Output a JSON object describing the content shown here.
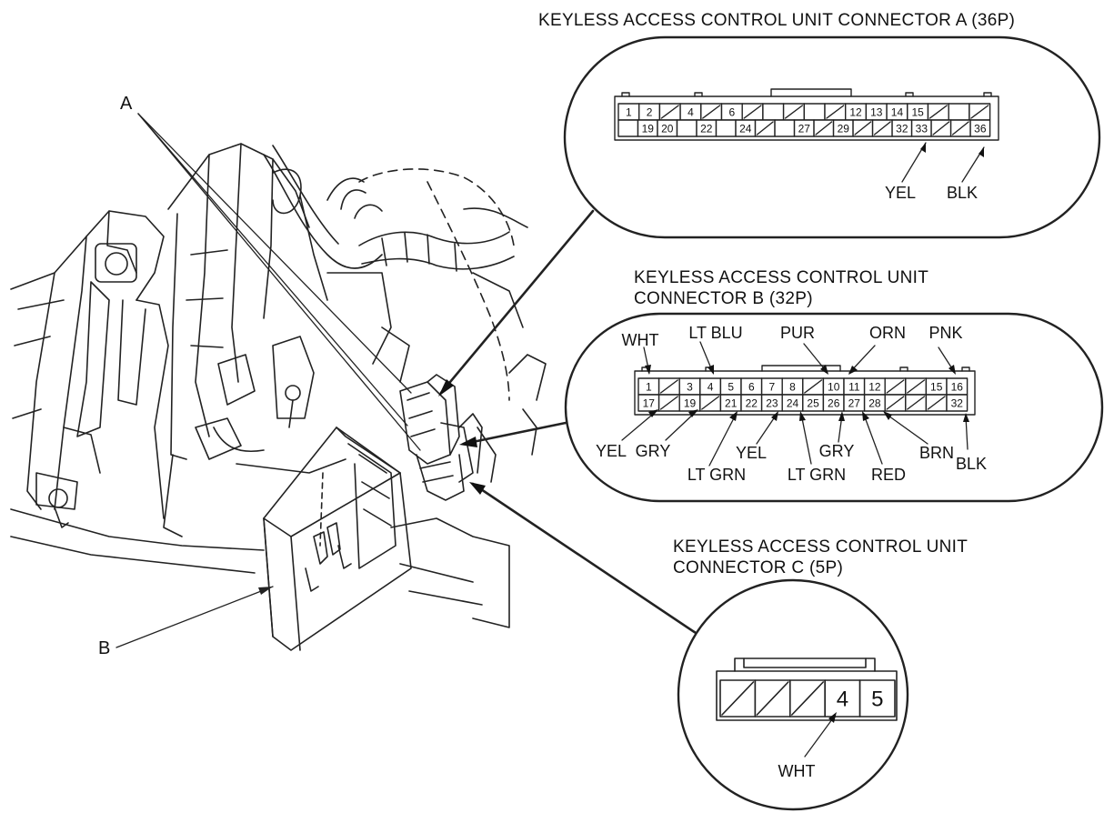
{
  "callouts": {
    "a": "A",
    "b": "B"
  },
  "connector_a": {
    "title": "KEYLESS ACCESS CONTROL UNIT CONNECTOR A (36P)",
    "top_row": [
      "1",
      "2",
      "/",
      "4",
      "/",
      "6",
      "/",
      "",
      "/",
      "",
      "/",
      "12",
      "13",
      "14",
      "15",
      "/",
      "",
      "/"
    ],
    "bottom_row": [
      "",
      "19",
      "20",
      "",
      "22",
      "",
      "24",
      "/",
      "",
      "27",
      "/",
      "29",
      "/",
      "/",
      "32",
      "33",
      "/",
      "/",
      "36"
    ],
    "wire_labels": [
      "YEL",
      "BLK"
    ]
  },
  "connector_b": {
    "title_line1": "KEYLESS ACCESS CONTROL UNIT",
    "title_line2": "CONNECTOR B (32P)",
    "top_row": [
      "1",
      "/",
      "3",
      "4",
      "5",
      "6",
      "7",
      "8",
      "/",
      "10",
      "11",
      "12",
      "/",
      "/",
      "15",
      "16"
    ],
    "bottom_row": [
      "17",
      "/",
      "19",
      "/",
      "21",
      "22",
      "23",
      "24",
      "25",
      "26",
      "27",
      "28",
      "/",
      "/",
      "/",
      "32"
    ],
    "wire_labels_top": [
      "WHT",
      "LT BLU",
      "PUR",
      "ORN",
      "PNK"
    ],
    "wire_labels_bottom": [
      "YEL",
      "GRY",
      "LT GRN",
      "YEL",
      "LT GRN",
      "GRY",
      "RED",
      "BRN",
      "BLK"
    ]
  },
  "connector_c": {
    "title_line1": "KEYLESS ACCESS CONTROL UNIT",
    "title_line2": "CONNECTOR C (5P)",
    "cells": [
      "/",
      "/",
      "/",
      "4",
      "5"
    ],
    "wire_labels": [
      "WHT"
    ]
  }
}
